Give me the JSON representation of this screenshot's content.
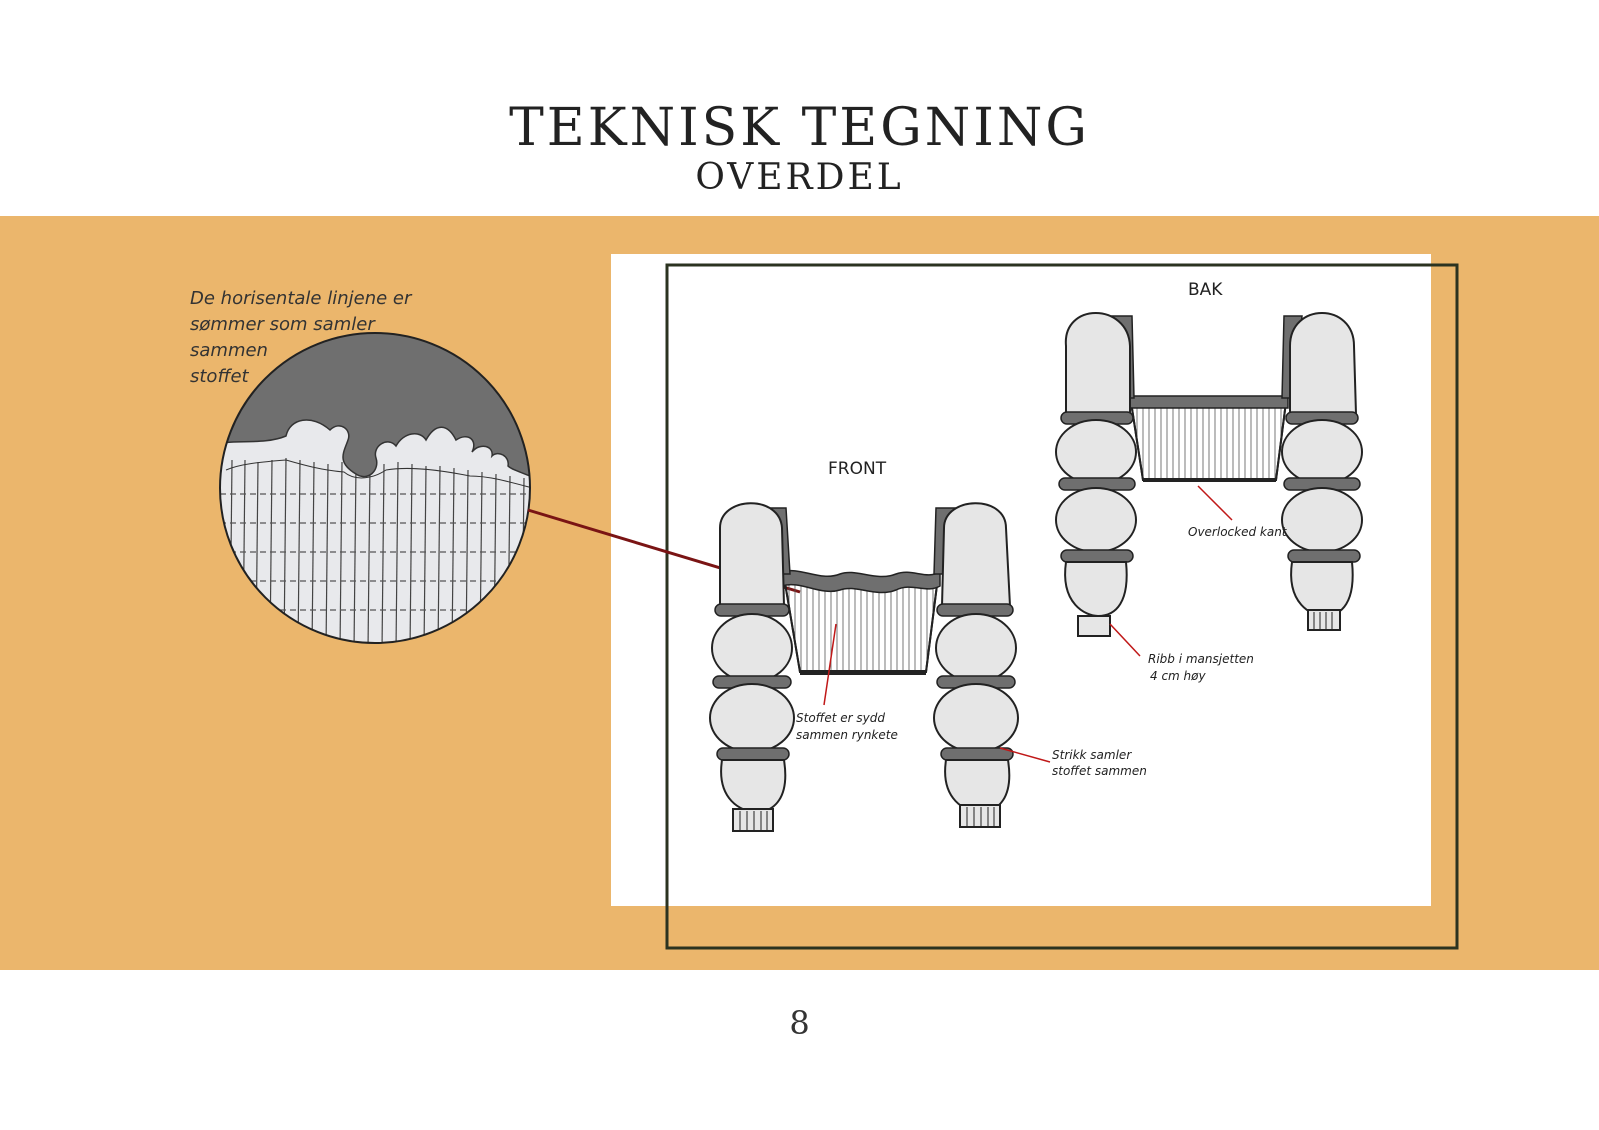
{
  "header": {
    "title": "TEKNISK TEGNING",
    "subtitle": "OVERDEL"
  },
  "detail_note": {
    "lines": [
      "De horisentale linjene er",
      "sømmer som samler",
      "sammen",
      "stoffet"
    ]
  },
  "views": {
    "front_label": "FRONT",
    "back_label": "BAK"
  },
  "annotations": {
    "fabric_line1": "Stoffet er sydd",
    "fabric_line2": "sammen rynkete",
    "elastic_line1": "Strikk samler",
    "elastic_line2": "stoffet sammen",
    "overlock": "Overlocked kant",
    "rib_line1": "Ribb i mansjetten",
    "rib_line2": "4 cm høy"
  },
  "footer": {
    "page_number": "8"
  },
  "colors": {
    "band": "#ebb66c",
    "frame": "#2b3320",
    "leader": "#8a1515",
    "fabric": "#e6e6e6",
    "gather": "#6b6b6b"
  }
}
